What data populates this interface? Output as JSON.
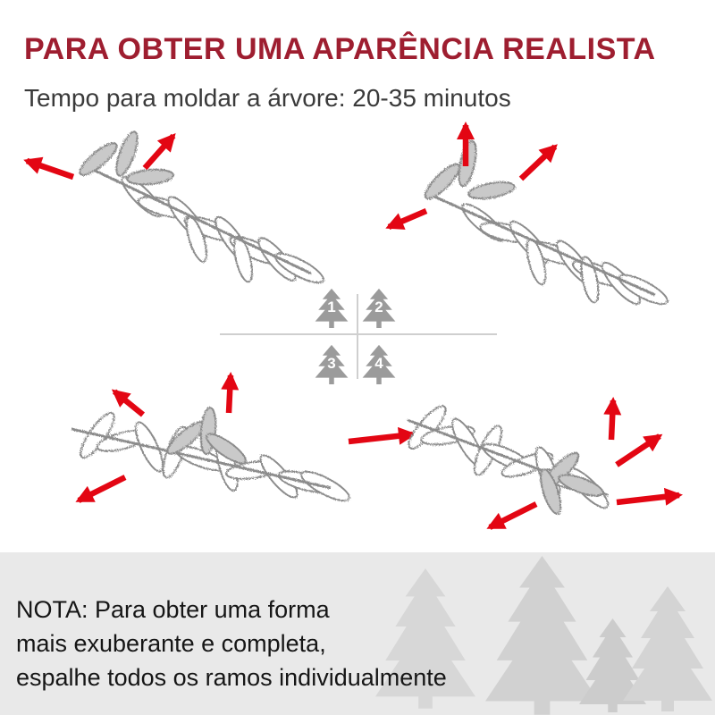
{
  "header": {
    "title": "PARA OBTER UMA APARÊNCIA REALISTA",
    "subtitle": "Tempo para moldar a árvore: 20-35 minutos"
  },
  "steps": [
    {
      "number": "1"
    },
    {
      "number": "2"
    },
    {
      "number": "3"
    },
    {
      "number": "4"
    }
  ],
  "note": {
    "line1": "NOTA: Para obter uma forma",
    "line2": "mais exuberante e completa,",
    "line3": "espalhe todos os ramos individualmente"
  },
  "colors": {
    "title_red": "#9e1e30",
    "arrow_red": "#e30613",
    "subtitle_gray": "#3a3a3a",
    "step_tree_gray": "#9b9b9b",
    "divider_gray": "#cfcfcf",
    "note_band_bg": "#e9e9e9",
    "silhouette_tree_gray": "#d4d4d4",
    "note_text": "#161616",
    "branch_outline_gray": "#8c8c8c",
    "branch_tip_gray": "#c9c9c9"
  }
}
